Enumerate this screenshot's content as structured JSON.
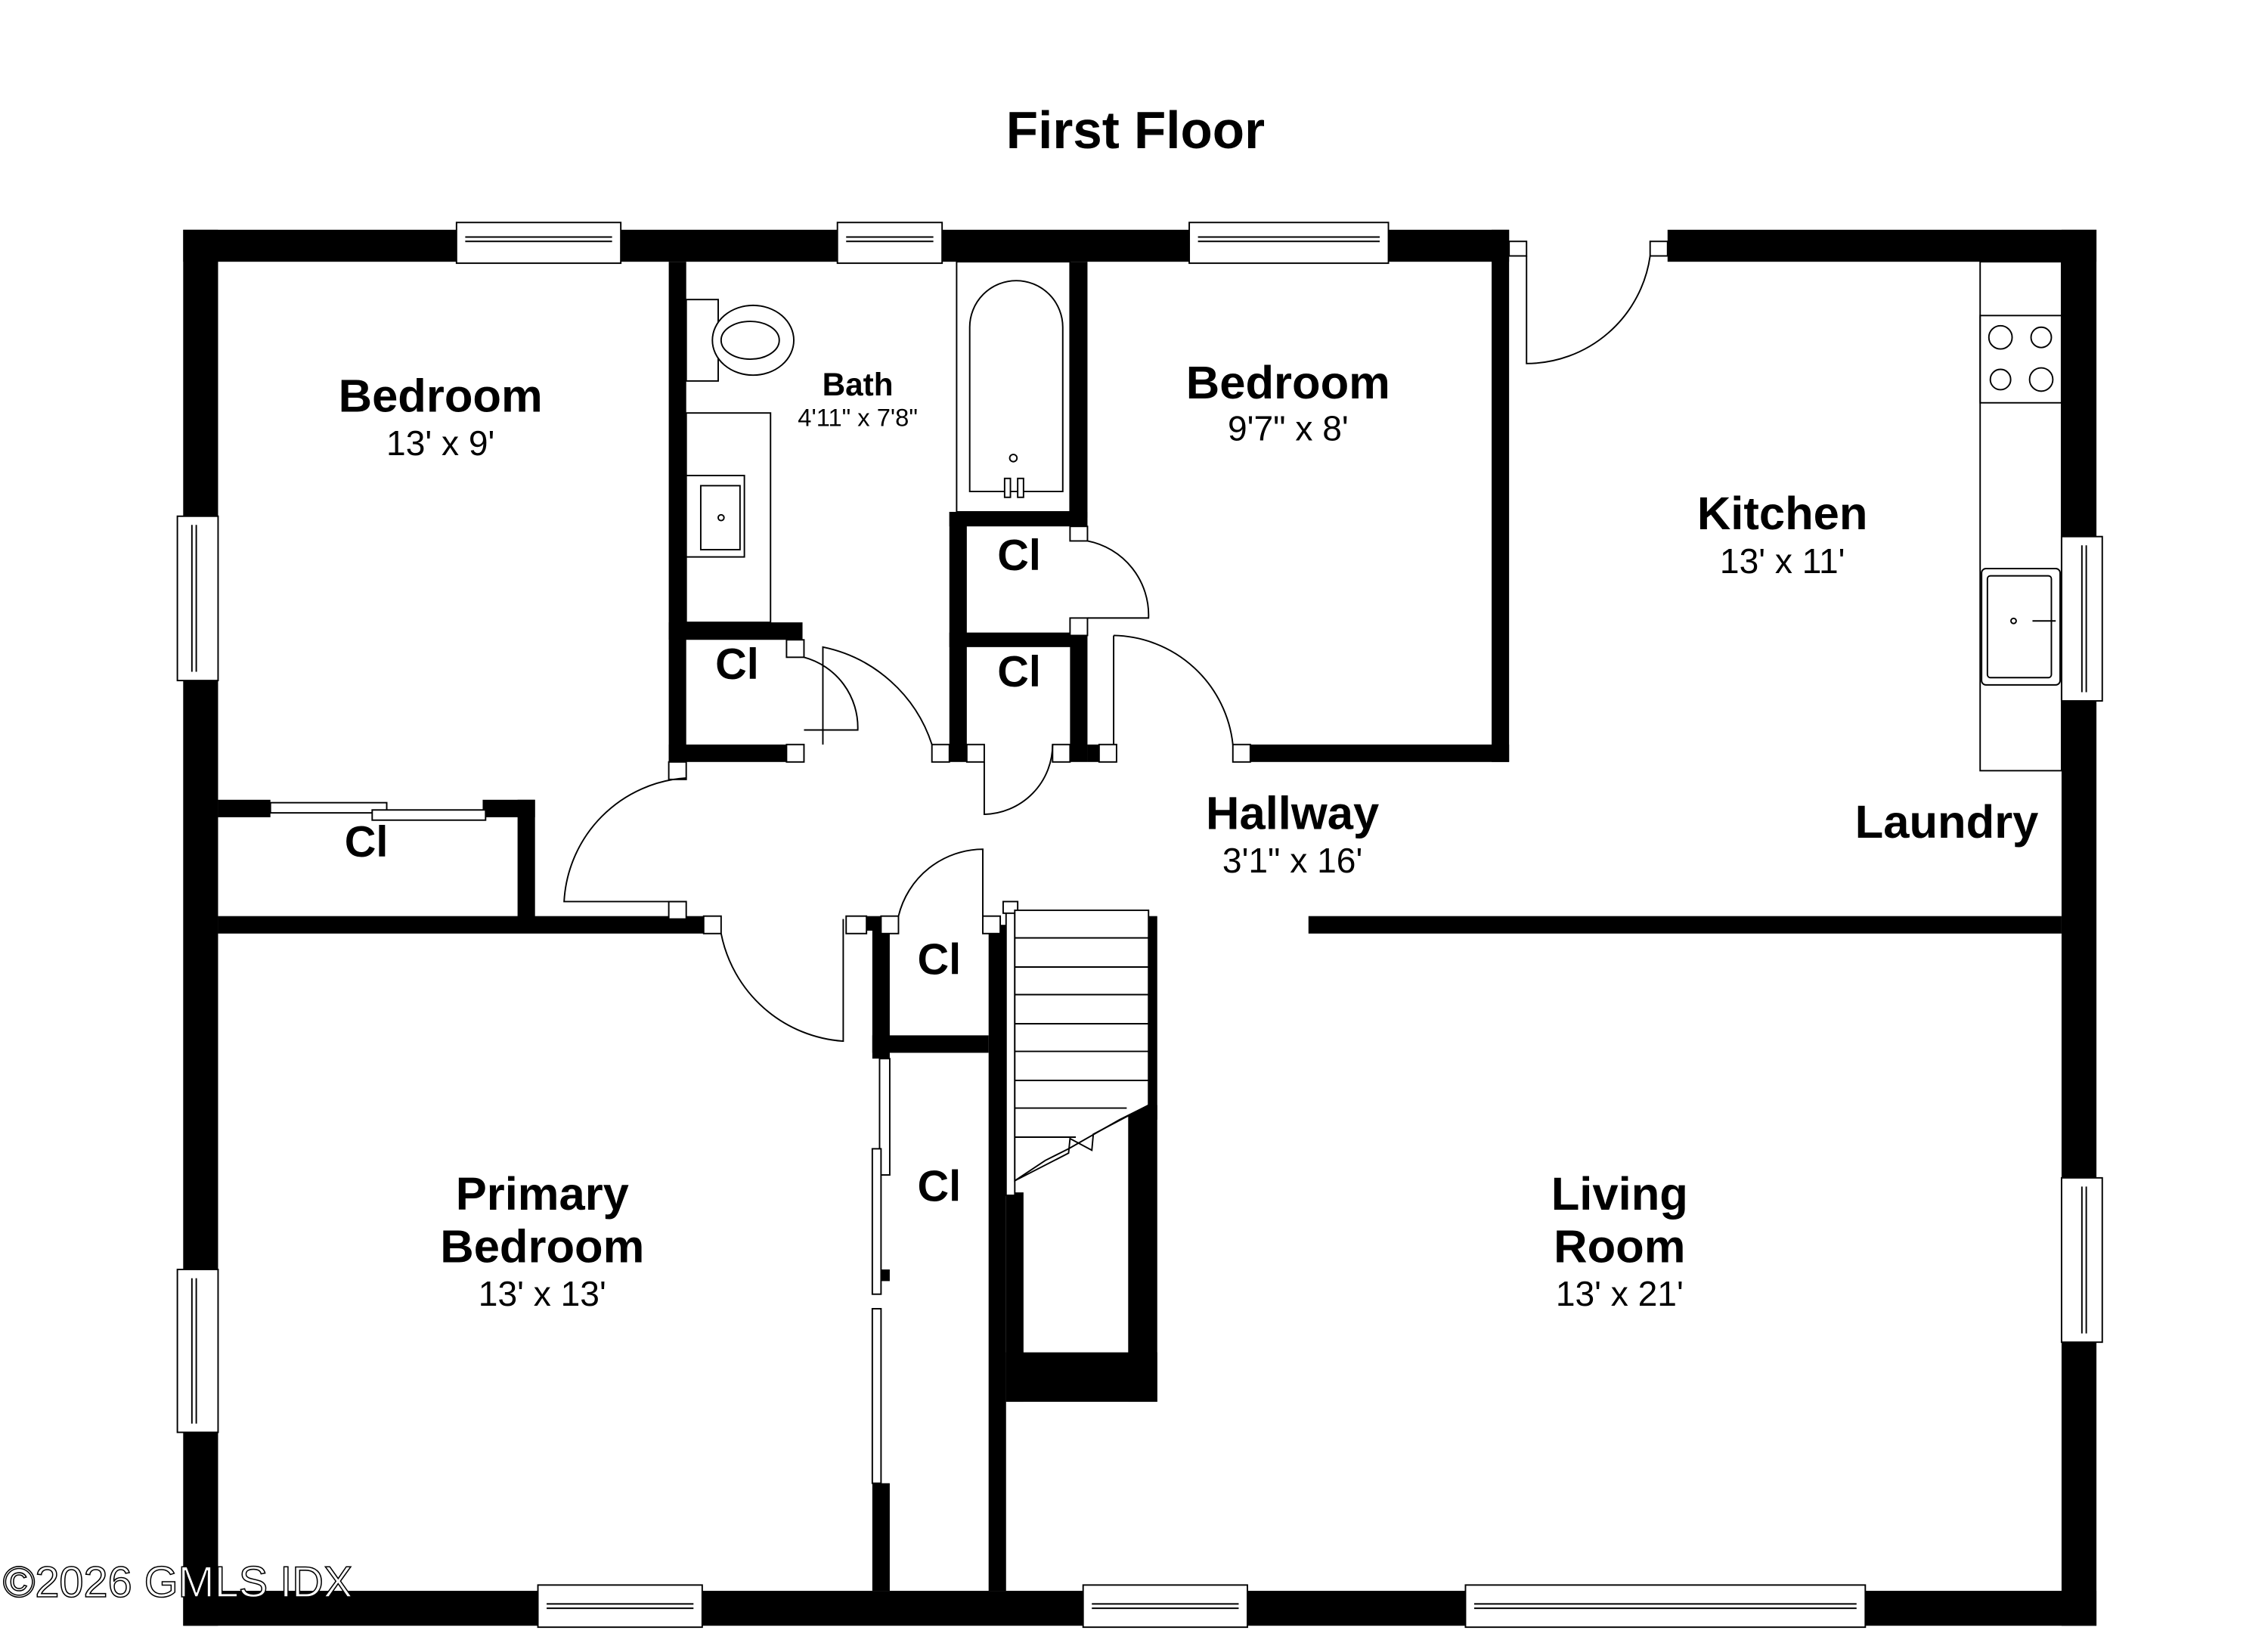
{
  "title": "First Floor",
  "watermark": "©2026 GMLS IDX",
  "rooms": {
    "bedroom_nw": {
      "name": "Bedroom",
      "dims": "13' x 9'"
    },
    "bath": {
      "name": "Bath",
      "dims": "4'11\" x 7'8\""
    },
    "bedroom_n": {
      "name": "Bedroom",
      "dims": "9'7\" x 8'"
    },
    "kitchen": {
      "name": "Kitchen",
      "dims": "13' x 11'"
    },
    "laundry": {
      "name": "Laundry"
    },
    "hallway": {
      "name": "Hallway",
      "dims": "3'1\" x 16'"
    },
    "primary_bedroom": {
      "name_line1": "Primary",
      "name_line2": "Bedroom",
      "dims": "13' x 13'"
    },
    "living_room": {
      "name_line1": "Living",
      "name_line2": "Room",
      "dims": "13' x 21'"
    }
  },
  "closets": {
    "label": "Cl",
    "cl1": "Cl",
    "cl2": "Cl",
    "cl3": "Cl",
    "cl4": "Cl",
    "cl5": "Cl",
    "cl6": "Cl"
  },
  "colors": {
    "wall": "#000000",
    "background": "#ffffff"
  }
}
